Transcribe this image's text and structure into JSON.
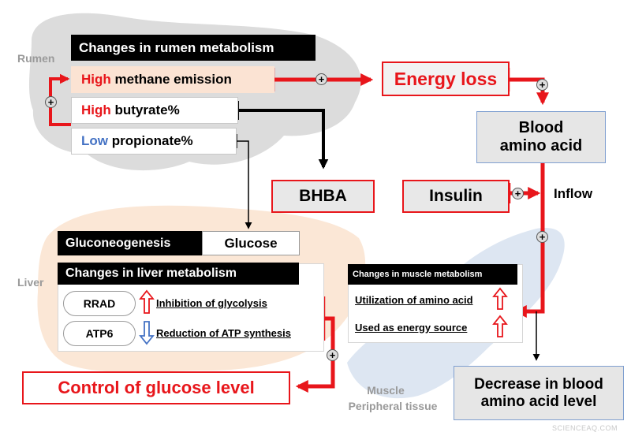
{
  "rumen": {
    "region_label": "Rumen",
    "header": "Changes in rumen metabolism",
    "methane": {
      "level": "High",
      "text": " methane emission"
    },
    "butyrate": {
      "level": "High",
      "text": " butyrate%"
    },
    "propionate": {
      "level": "Low",
      "text": " propionate%"
    }
  },
  "energy_loss": "Energy loss",
  "blood_amino_acid": {
    "line1": "Blood",
    "line2": "amino acid"
  },
  "bhba": "BHBA",
  "insulin": "Insulin",
  "inflow": "Inflow",
  "liver": {
    "region_label": "Liver",
    "gluconeogenesis": "Gluconeogenesis",
    "glucose": "Glucose",
    "header": "Changes in liver metabolism",
    "genes": [
      {
        "gene": "RRAD",
        "direction": "up",
        "effect": "Inhibition of glycolysis"
      },
      {
        "gene": "ATP6",
        "direction": "down",
        "effect": "Reduction of ATP synthesis"
      }
    ]
  },
  "control_glucose": "Control of glucose level",
  "muscle": {
    "header": "Changes in muscle metabolism",
    "items": [
      {
        "text": "Utilization of amino acid",
        "direction": "up"
      },
      {
        "text": "Used as energy source",
        "direction": "up"
      }
    ],
    "region_line1": "Muscle",
    "region_line2": "Peripheral tissue"
  },
  "decrease_box": {
    "line1": "Decrease in blood",
    "line2": "amino acid level"
  },
  "watermark": "SCIENCEAQ.COM",
  "plus_symbol": "+",
  "colors": {
    "red": "#e8161b",
    "blue": "#4472c4",
    "black": "#000000",
    "gray": "#9a9a9a"
  }
}
